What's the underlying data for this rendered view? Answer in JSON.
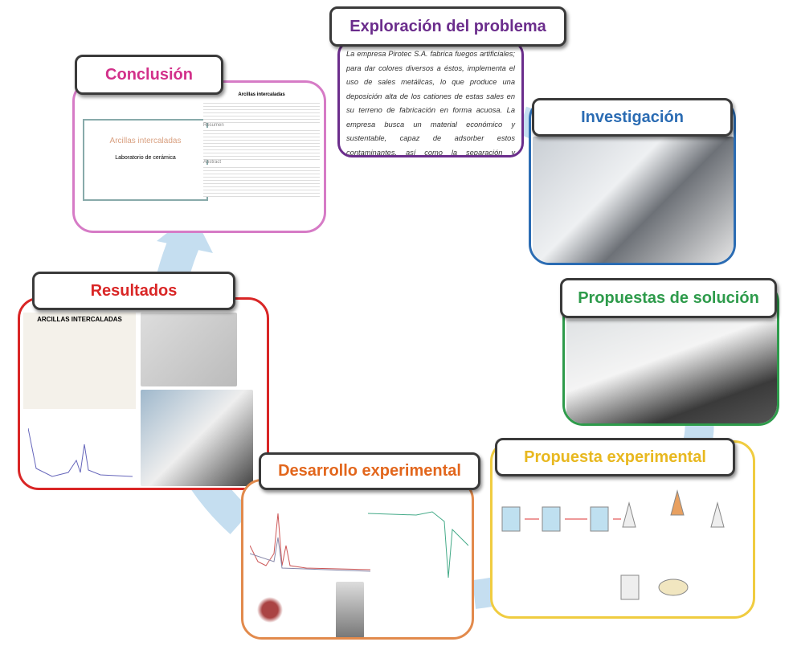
{
  "stages": {
    "exploracion": {
      "title": "Exploración del problema",
      "text": "La empresa Pirotec S.A. fabrica fuegos artificiales; para dar colores diversos a éstos, implementa el uso de sales metálicas, lo que produce una deposición alta de los cationes de estas sales en su terreno de fabricación en forma acuosa. La empresa busca un material económico y sustentable, capaz de adsorber estos contaminantes, así como la separación y recuperación fácil y económica de estos cationes, sin generar contaminación secundaria. Se sabe que, a 2 Km de distancia, se encuentra una zona minera rica en bentonita.",
      "color": "#6b2d8c"
    },
    "investigacion": {
      "title": "Investigación",
      "color": "#2b6cb3"
    },
    "propuestas": {
      "title": "Propuestas de solución",
      "color": "#2e9b4b"
    },
    "propuesta_experimental": {
      "title": "Propuesta experimental",
      "color": "#e8b820"
    },
    "desarrollo": {
      "title": "Desarrollo experimental",
      "color": "#e2661c"
    },
    "resultados": {
      "title": "Resultados",
      "color": "#d92626",
      "poster_title": "ARCILLAS INTERCALADAS"
    },
    "conclusion": {
      "title": "Conclusión",
      "color": "#d2308a",
      "slide_title": "Arcillas intercaladas",
      "slide_subtitle": "Laboratorio de cerámica",
      "doc_title": "Arcillas intercaladas",
      "doc_heading1": "Resumen",
      "doc_heading2": "Abstract"
    }
  },
  "arrow_color": "#c5def0"
}
